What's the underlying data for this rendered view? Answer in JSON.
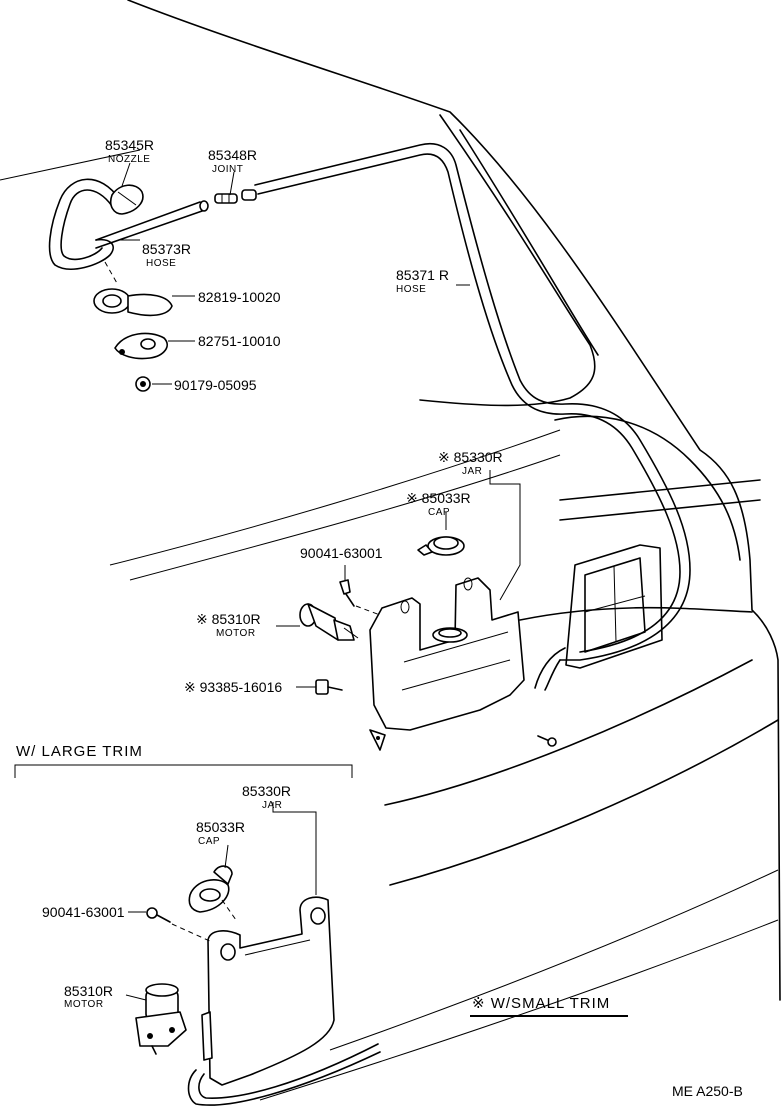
{
  "parts": {
    "p85345r": {
      "number": "85345R",
      "name": "NOZZLE"
    },
    "p85348r": {
      "number": "85348R",
      "name": "JOINT"
    },
    "p85373r": {
      "number": "85373R",
      "name": "HOSE"
    },
    "p85371r": {
      "number": "85371 R",
      "name": "HOSE"
    },
    "p82819": {
      "number": "82819-10020"
    },
    "p82751": {
      "number": "82751-10010"
    },
    "p90179": {
      "number": "90179-05095"
    },
    "p85330r": {
      "number": "※ 85330R",
      "name": "JAR"
    },
    "p85033r": {
      "number": "※ 85033R",
      "name": "CAP"
    },
    "p90041": {
      "number": "90041-63001"
    },
    "p85310r": {
      "number": "※ 85310R",
      "name": "MOTOR"
    },
    "p93385": {
      "number": "※  93385-16016"
    }
  },
  "large_trim": {
    "title": "W/ LARGE TRIM",
    "jar": {
      "number": "85330R",
      "name": "JAR"
    },
    "cap": {
      "number": "85033R",
      "name": "CAP"
    },
    "screw": {
      "number": "90041-63001"
    },
    "motor": {
      "number": "85310R",
      "name": "MOTOR"
    }
  },
  "legend": {
    "text": "※ W/SMALL TRIM"
  },
  "footer": {
    "code": "ME  A250-B"
  }
}
